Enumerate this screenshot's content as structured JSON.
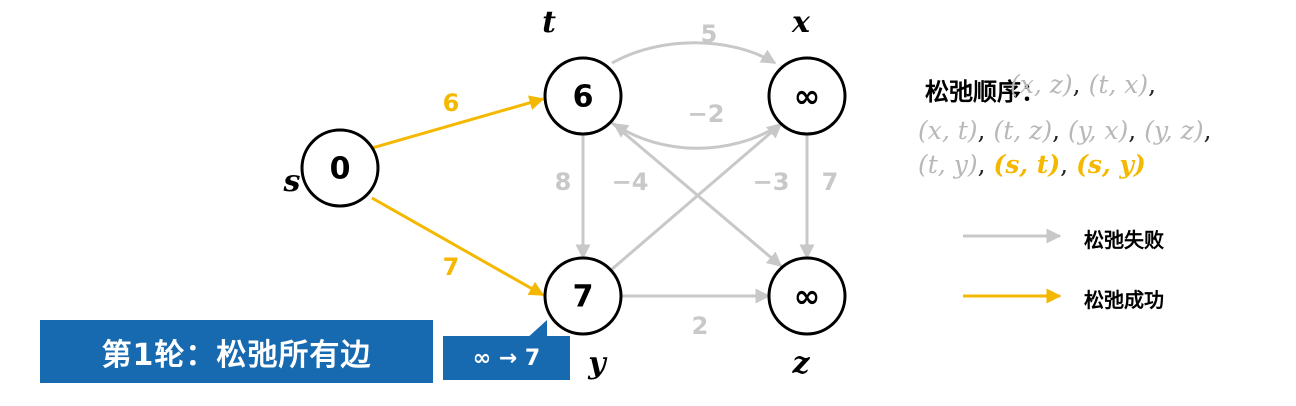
{
  "colors": {
    "fail_edge": "#c8c8c8",
    "success_edge": "#f5b800",
    "accent_box": "#1769b0",
    "node_border": "#000000"
  },
  "nodes": [
    {
      "id": "s",
      "label": "s",
      "value": "0"
    },
    {
      "id": "t",
      "label": "t",
      "value": "6"
    },
    {
      "id": "x",
      "label": "x",
      "value": "∞"
    },
    {
      "id": "y",
      "label": "y",
      "value": "7"
    },
    {
      "id": "z",
      "label": "z",
      "value": "∞"
    }
  ],
  "edges": [
    {
      "from": "s",
      "to": "t",
      "weight": "6",
      "state": "success"
    },
    {
      "from": "s",
      "to": "y",
      "weight": "7",
      "state": "success"
    },
    {
      "from": "t",
      "to": "x",
      "weight": "5",
      "state": "fail"
    },
    {
      "from": "x",
      "to": "t",
      "weight": "−2",
      "state": "fail"
    },
    {
      "from": "t",
      "to": "y",
      "weight": "8",
      "state": "fail"
    },
    {
      "from": "t",
      "to": "z",
      "weight": "−4",
      "state": "fail"
    },
    {
      "from": "y",
      "to": "x",
      "weight": "−3",
      "state": "fail"
    },
    {
      "from": "x",
      "to": "z",
      "weight": "7",
      "state": "fail"
    },
    {
      "from": "y",
      "to": "z",
      "weight": "2",
      "state": "fail"
    }
  ],
  "relax_order": {
    "title": "松弛顺序：",
    "pairs": [
      {
        "text": "(x, z)",
        "state": "fail"
      },
      {
        "text": "(t, x)",
        "state": "fail"
      },
      {
        "text": "(x, t)",
        "state": "fail"
      },
      {
        "text": "(t, z)",
        "state": "fail"
      },
      {
        "text": "(y, x)",
        "state": "fail"
      },
      {
        "text": "(y, z)",
        "state": "fail"
      },
      {
        "text": "(t, y)",
        "state": "fail"
      },
      {
        "text": "(s, t)",
        "state": "success"
      },
      {
        "text": "(s, y)",
        "state": "success"
      }
    ]
  },
  "legend": {
    "fail_label": "松弛失败",
    "success_label": "松弛成功"
  },
  "round_label": "第1轮：松弛所有边",
  "callout_label": "∞ → 7"
}
